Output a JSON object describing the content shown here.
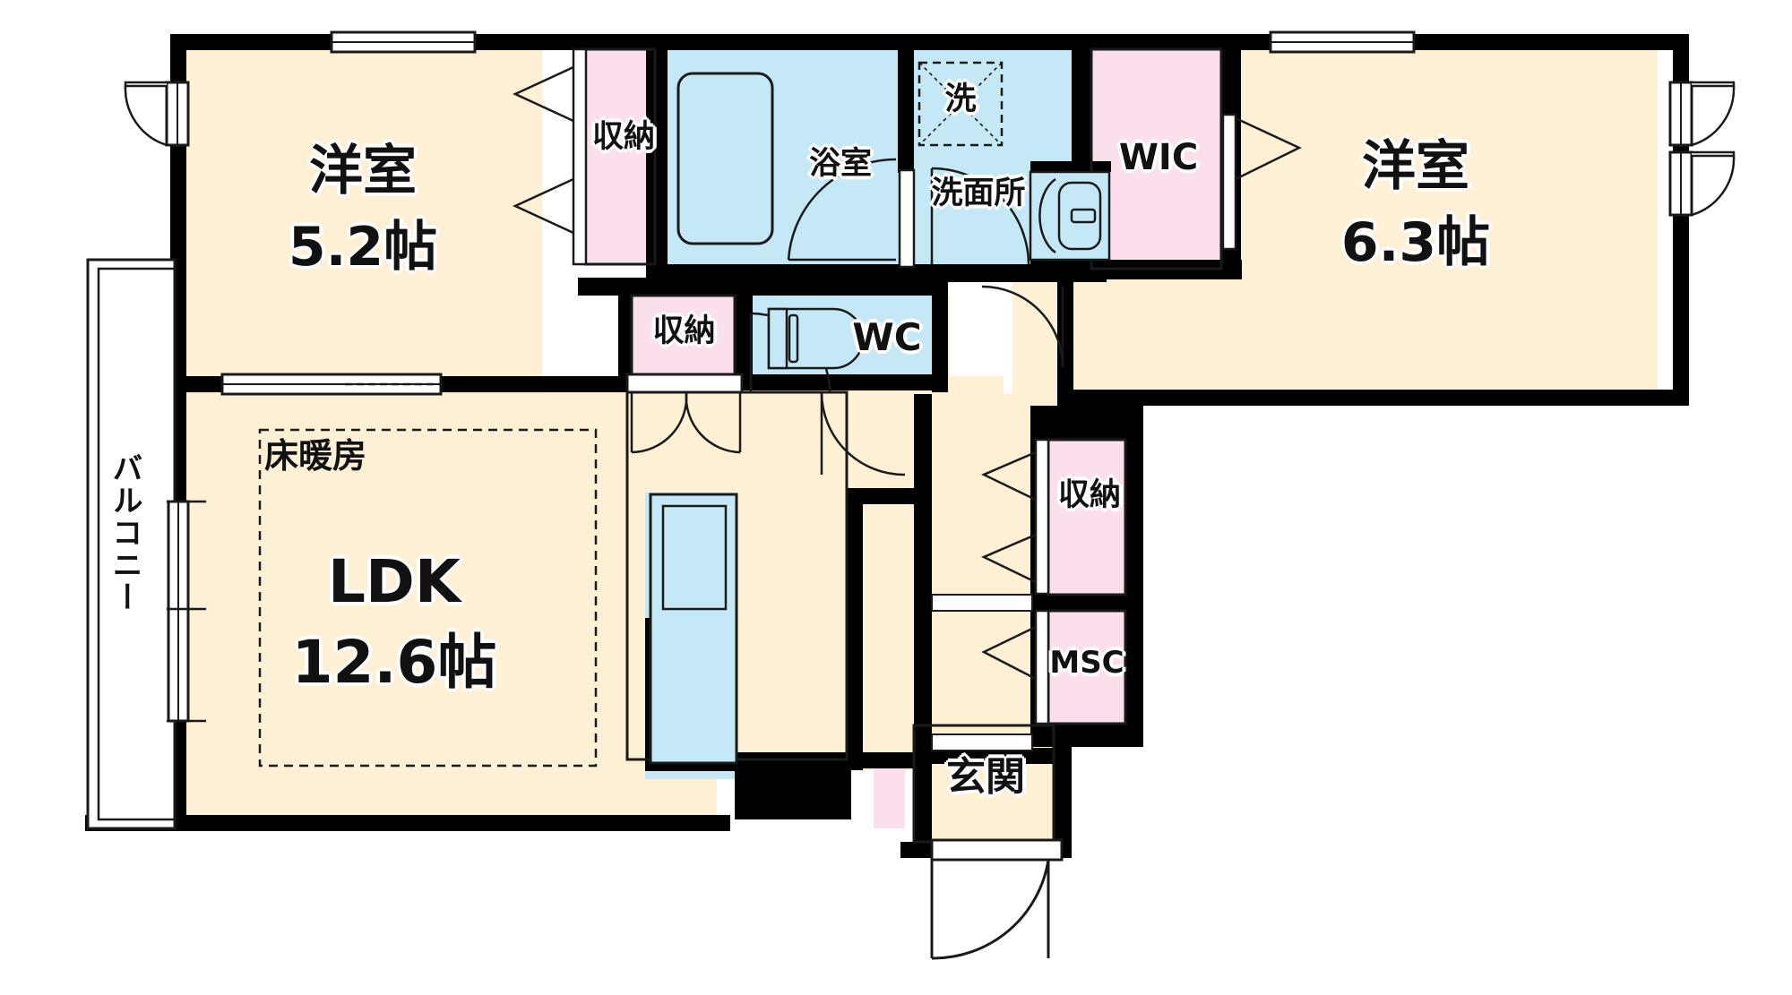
{
  "plan": {
    "type": "japanese-apartment-floor-plan",
    "layout_name": "2LDK",
    "colors": {
      "wall": "#000000",
      "room_floor": "#fdf0d5",
      "closet_pink": "#fbdfec",
      "wet_blue": "#c5e8f7",
      "balcony": "#ffffff",
      "outline": "#1a1a1a"
    }
  },
  "rooms": [
    {
      "id": "bedroom_west",
      "name": "洋室",
      "size": "5.2帖",
      "type": "western-room"
    },
    {
      "id": "bedroom_east",
      "name": "洋室",
      "size": "6.3帖",
      "type": "western-room"
    },
    {
      "id": "ldk",
      "name": "LDK",
      "size": "12.6帖",
      "type": "living-dining-kitchen"
    },
    {
      "id": "bath",
      "name": "浴室",
      "size": "",
      "type": "bathroom"
    },
    {
      "id": "washroom",
      "name": "洗面所",
      "size": "",
      "type": "washroom"
    },
    {
      "id": "wc",
      "name": "WC",
      "size": "",
      "type": "toilet"
    },
    {
      "id": "entrance",
      "name": "玄関",
      "size": "",
      "type": "entrance"
    }
  ],
  "storage": [
    {
      "id": "closet_bedroom_west",
      "label": "収納",
      "type": "closet"
    },
    {
      "id": "closet_hall",
      "label": "収納",
      "type": "closet"
    },
    {
      "id": "closet_corridor",
      "label": "収納",
      "type": "closet"
    },
    {
      "id": "wic",
      "label": "WIC",
      "type": "walk-in-closet"
    },
    {
      "id": "msc",
      "label": "MSC",
      "type": "multipurpose-storage-closet"
    }
  ],
  "features": [
    {
      "id": "floor_heating",
      "label": "床暖房",
      "type": "floor-heating-area"
    },
    {
      "id": "washer_space",
      "label": "洗",
      "type": "washing-machine-space"
    },
    {
      "id": "balcony",
      "label": "バルコニー",
      "type": "balcony"
    }
  ],
  "labels": {
    "bedroom_west_name": "洋室",
    "bedroom_west_size": "5.2帖",
    "bedroom_east_name": "洋室",
    "bedroom_east_size": "6.3帖",
    "ldk_name": "LDK",
    "ldk_size": "12.6帖",
    "floor_heating": "床暖房",
    "closet_1": "収納",
    "closet_2": "収納",
    "closet_3": "収納",
    "bath": "浴室",
    "washer": "洗",
    "washroom": "洗面所",
    "wc": "WC",
    "wic": "WIC",
    "msc": "MSC",
    "entrance": "玄関",
    "balcony": "バルコニー"
  }
}
